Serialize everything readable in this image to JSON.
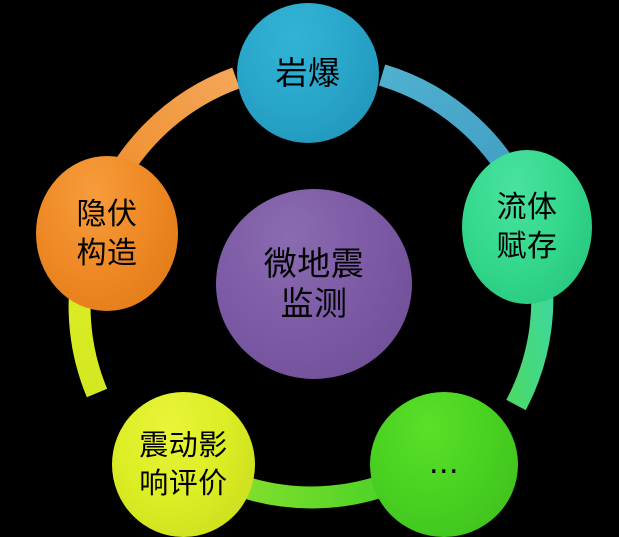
{
  "diagram": {
    "type": "cycle-diagram",
    "background_color": "#000000",
    "center": {
      "label_line1": "微地震",
      "label_line2": "监测",
      "color": "#7d5ba6",
      "name": "microseismic-monitoring"
    },
    "nodes": [
      {
        "id": "rockburst",
        "label_line1": "岩爆",
        "label_line2": "",
        "color": "#29a7cb",
        "position": "top"
      },
      {
        "id": "fluid",
        "label_line1": "流体",
        "label_line2": "赋存",
        "color": "#35d98d",
        "position": "right"
      },
      {
        "id": "more",
        "label_line1": "...",
        "label_line2": "",
        "color": "#4ad222",
        "position": "bottom-right"
      },
      {
        "id": "vibration",
        "label_line1": "震动影",
        "label_line2": "响评价",
        "color": "#dcee24",
        "position": "bottom-left"
      },
      {
        "id": "hidden",
        "label_line1": "隐伏",
        "label_line2": "构造",
        "color": "#ef8a26",
        "position": "left"
      }
    ],
    "connectors": [
      {
        "id": "hidden-to-rockburst",
        "from": "hidden",
        "to": "rockburst",
        "color_from": "#ef8a26",
        "color_to": "#f4a657"
      },
      {
        "id": "rockburst-to-fluid",
        "from": "rockburst",
        "to": "fluid",
        "color_from": "#4aa6c6",
        "color_to": "#3f9fc4"
      },
      {
        "id": "fluid-to-more",
        "from": "fluid",
        "to": "more",
        "color_from": "#3fd79a",
        "color_to": "#4ad86a"
      },
      {
        "id": "more-to-vibration",
        "from": "more",
        "to": "vibration",
        "color_from": "#4ad228",
        "color_to": "#7ade2c"
      },
      {
        "id": "vibration-to-hidden",
        "from": "vibration",
        "to": "hidden",
        "color_from": "#d6e822",
        "color_to": "#dcee24"
      }
    ]
  }
}
